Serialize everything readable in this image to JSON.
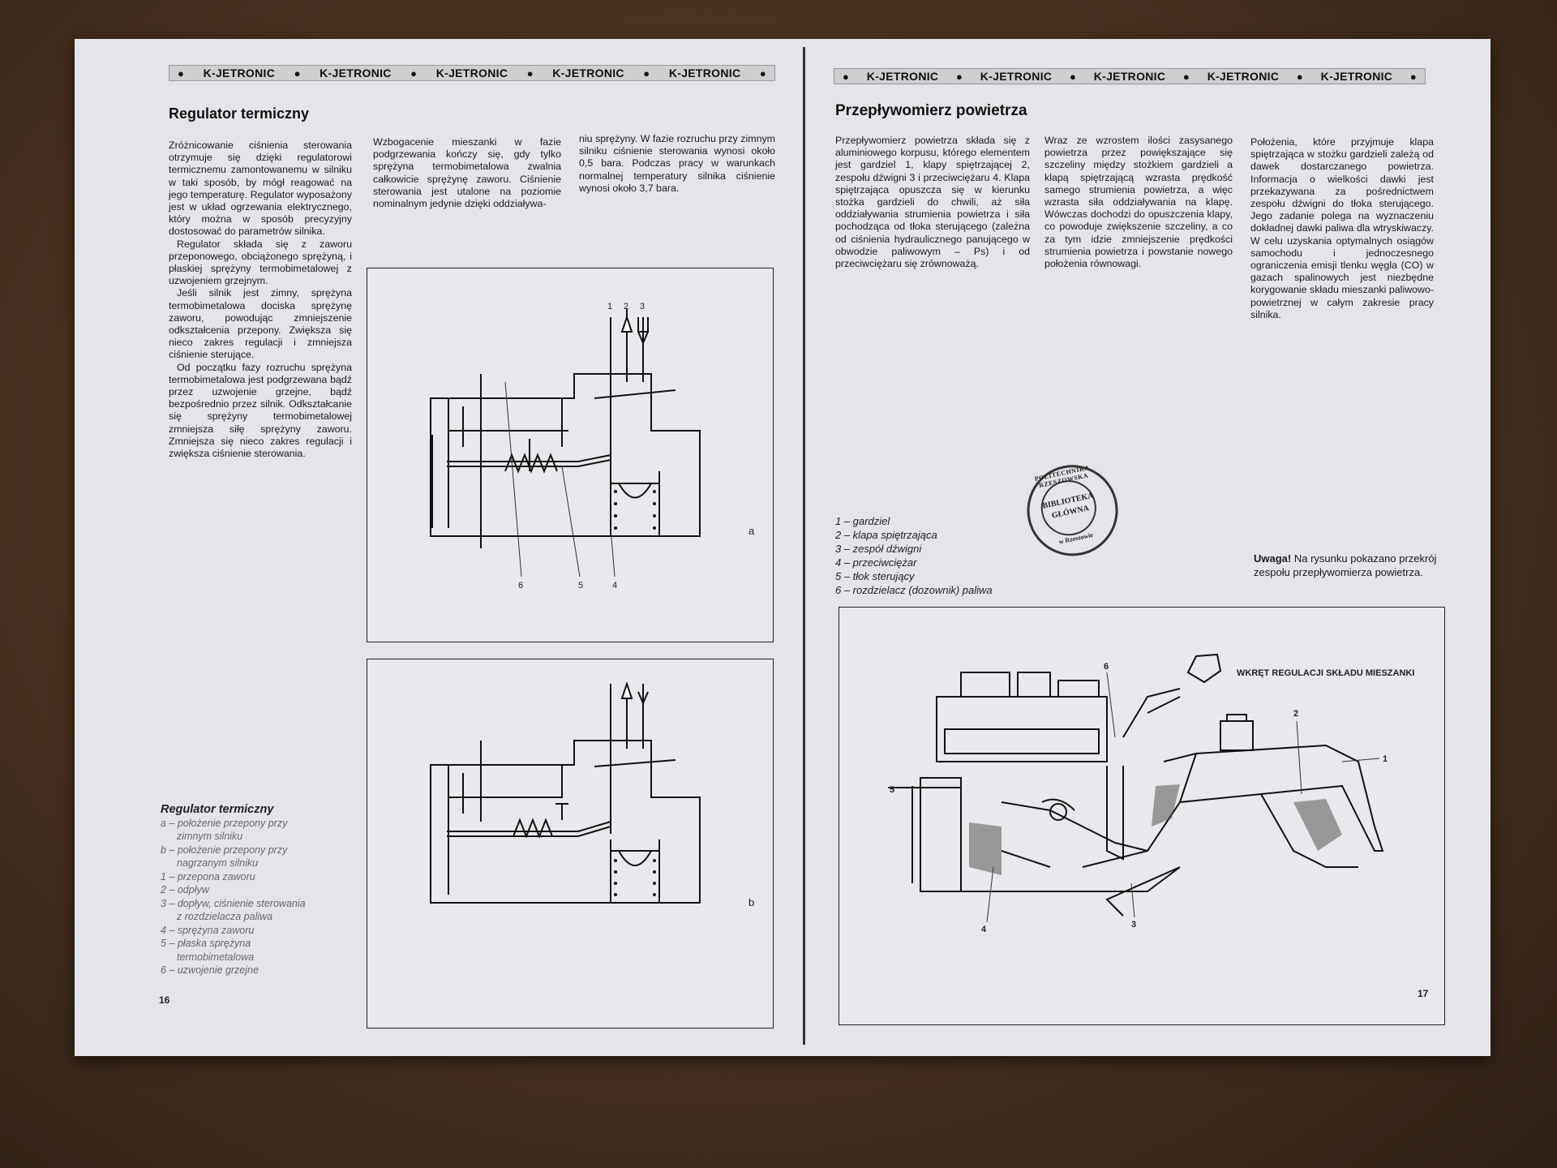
{
  "left_page": {
    "banner": [
      "K-JETRONIC",
      "K-JETRONIC",
      "K-JETRONIC",
      "K-JETRONIC",
      "K-JETRONIC"
    ],
    "heading": "Regulator termiczny",
    "col1": [
      "Zróżnicowanie ciśnienia sterowania otrzymuje się dzięki regulatorowi termicznemu zamontowanemu w silniku w taki sposób, by mógł reagować na jego temperaturę. Regulator wyposażony jest w układ ogrzewania elektrycznego, który można w sposób precyzyjny dostosować do parametrów silnika.",
      "Regulator składa się z zaworu przeponowego, obciążonego sprężyną, i płaskiej sprężyny termobimetalowej z uzwojeniem grzejnym.",
      "Jeśli silnik jest zimny, sprężyna termobimetalowa dociska sprężynę zaworu, powodując zmniejszenie odkształcenia przepony. Zwiększa się nieco zakres regulacji i zmniejsza ciśnienie sterujące.",
      "Od początku fazy rozruchu sprężyna termobimetalowa jest podgrzewana bądź przez uzwojenie grzejne, bądź bezpośrednio przez silnik. Odkształcanie się sprężyny termobimetalowej zmniejsza siłę sprężyny zaworu. Zmniejsza się nieco zakres regulacji i zwiększa ciśnienie sterowania."
    ],
    "col2": "Wzbogacenie mieszanki w fazie podgrzewania kończy się, gdy tylko sprężyna termobimetalowa zwalnia całkowicie sprężynę zaworu. Ciśnienie sterowania jest utalone na poziomie nominalnym jedynie dzięki oddziaływa-",
    "col3": "niu sprężyny. W fazie rozruchu przy zimnym silniku ciśnienie sterowania wynosi około 0,5 bara. Podczas pracy w warunkach normalnej temperatury silnika ciśnienie wynosi około 3,7 bara.",
    "fig_a": {
      "labels_top": [
        "1",
        "2",
        "3"
      ],
      "labels_bottom": [
        "6",
        "5",
        "4"
      ],
      "letter": "a"
    },
    "fig_b": {
      "letter": "b"
    },
    "caption": {
      "title": "Regulator termiczny",
      "lines": [
        "a – położenie przepony przy",
        "zimnym silniku",
        "b – położenie przepony przy",
        "nagrzanym silniku",
        "1 – przepona zaworu",
        "2 – odpływ",
        "3 – dopływ, ciśnienie sterowania",
        "z rozdzielacza paliwa",
        "4 – sprężyna zaworu",
        "5 – płaska sprężyna",
        "termobimetalowa",
        "6 – uzwojenie grzejne"
      ]
    },
    "page_number": "16"
  },
  "right_page": {
    "banner": [
      "K-JETRONIC",
      "K-JETRONIC",
      "K-JETRONIC",
      "K-JETRONIC",
      "K-JETRONIC"
    ],
    "heading": "Przepływomierz powietrza",
    "col1": "Przepływomierz powietrza składa się z aluminiowego korpusu, którego elementem jest gardziel 1, klapy spiętrzającej 2, zespołu dźwigni 3 i przeciwciężaru 4. Klapa spiętrzająca opuszcza się w kierunku stożka gardzieli do chwili, aż siła oddziaływania strumienia powietrza i siła pochodząca od tłoka sterującego (zależna od ciśnienia hydraulicznego panującego w obwodzie paliwowym – Ps) i od przeciwciężaru się zrównoważą.",
    "col2": "Wraz ze wzrostem ilości zasysanego powietrza przez powiększające się szczeliny między stożkiem gardzieli a klapą spiętrzającą wzrasta prędkość samego strumienia powietrza, a więc wzrasta siła oddziaływania na klapę. Wówczas dochodzi do opuszczenia klapy, co powoduje zwiększenie szczeliny, a co za tym idzie zmniejszenie prędkości strumienia powietrza i powstanie nowego położenia równowagi.",
    "col3": "Położenia, które przyjmuje klapa spiętrzająca w stożku gardzieli zależą od dawek dostarczanego powietrza. Informacja o wielkości dawki jest przekazywana za pośrednictwem zespołu dźwigni do tłoka sterującego. Jego zadanie polega na wyznaczeniu dokładnej dawki paliwa dla wtryskiwaczy. W celu uzyskania optymalnych osiągów samochodu i jednoczesnego ograniczenia emisji tlenku węgla (CO) w gazach spalinowych jest niezbędne korygowanie składu mieszanki paliwowo-powietrznej w całym zakresie pracy silnika.",
    "legend": [
      "1 – gardziel",
      "2 – klapa spiętrzająca",
      "3 – zespół dźwigni",
      "4 – przeciwciężar",
      "5 – tłok sterujący",
      "6 – rozdzielacz (dozownik) paliwa"
    ],
    "stamp": {
      "ring": "POLITECHNIKA RZESZOWSKA",
      "center_1": "BIBLIOTEKA",
      "center_2": "GŁÓWNA",
      "bottom": "w Rzeszowie"
    },
    "note_bold": "Uwaga!",
    "note_text": "Na rysunku pokazano przekrój zespołu przepływomierza powietrza.",
    "figure": {
      "screw_label": "WKRĘT REGULACJI SKŁADU MIESZANKI",
      "labels": [
        "6",
        "2",
        "1",
        "5",
        "4",
        "3"
      ]
    },
    "page_number": "17"
  }
}
